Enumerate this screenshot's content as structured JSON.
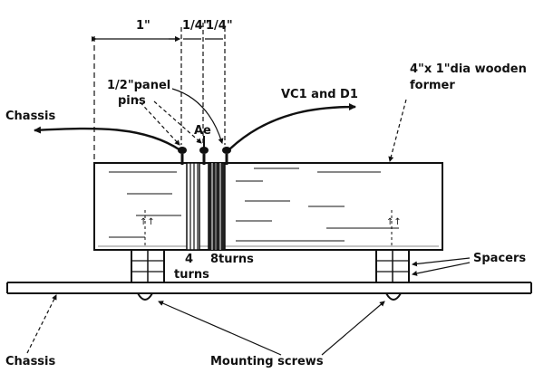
{
  "diagram": {
    "dimensions": {
      "d1": "1\"",
      "d2": "1/4\"",
      "d3": "1/4\""
    },
    "labels": {
      "panel_pins_line1": "1/2\"panel",
      "panel_pins_line2": "pins",
      "chassis_top": "Chassis",
      "chassis_bottom": "Chassis",
      "ae": "Ae",
      "vc_d": "VC1 and D1",
      "former_line1": "4\"x 1\"dia wooden",
      "former_line2": "former",
      "turns4_a": "4",
      "turns4_b": "turns",
      "turns8": "8turns",
      "spacers": "Spacers",
      "mounting_screws": "Mounting screws"
    },
    "colors": {
      "ink": "#111111",
      "paper": "#ffffff"
    }
  }
}
